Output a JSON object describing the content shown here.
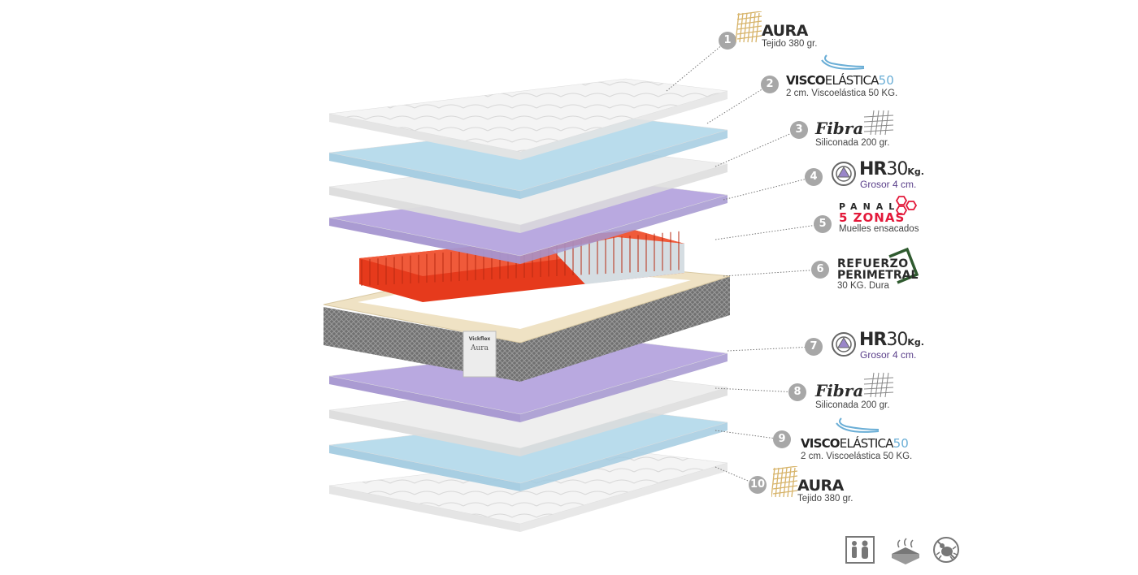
{
  "callouts": [
    {
      "number": "1",
      "type": "aura",
      "title": "AURA",
      "subtitle": "Tejido 380 gr.",
      "icon": "woven-fabric-icon"
    },
    {
      "number": "2",
      "type": "visco",
      "title_parts": [
        "VISCO",
        "ELÁSTICA",
        "50"
      ],
      "subtitle": "2 cm. Viscoelástica 50 KG.",
      "icon": "hand-pressing-foam-icon"
    },
    {
      "number": "3",
      "type": "fibra",
      "title": "Fibra",
      "subtitle": "Siliconada 200 gr.",
      "icon": "fiber-grid-icon"
    },
    {
      "number": "4",
      "type": "hr",
      "title_parts": [
        "HR",
        "30",
        "Kg."
      ],
      "subtitle": "Grosor 4 cm.",
      "icon": "hr-foam-badge-icon"
    },
    {
      "number": "5",
      "type": "panal",
      "title_parts": [
        "PANAL",
        "5 ZONAS"
      ],
      "subtitle": "Muelles ensacados",
      "icon": "honeycomb-icon"
    },
    {
      "number": "6",
      "type": "ref",
      "title_parts": [
        "REFUERZO",
        "PERIMETRAL"
      ],
      "subtitle": "30 KG. Dura",
      "icon": "perimeter-frame-icon"
    },
    {
      "number": "7",
      "type": "hr",
      "title_parts": [
        "HR",
        "30",
        "Kg."
      ],
      "subtitle": "Grosor 4 cm.",
      "icon": "hr-foam-badge-icon"
    },
    {
      "number": "8",
      "type": "fibra",
      "title": "Fibra",
      "subtitle": "Siliconada 200 gr.",
      "icon": "fiber-grid-icon"
    },
    {
      "number": "9",
      "type": "visco",
      "title_parts": [
        "VISCO",
        "ELÁSTICA",
        "50"
      ],
      "subtitle": "2 cm. Viscoelástica 50 KG.",
      "icon": "hand-pressing-foam-icon"
    },
    {
      "number": "10",
      "type": "aura",
      "title": "AURA",
      "subtitle": "Tejido 380 gr.",
      "icon": "woven-fabric-icon"
    }
  ],
  "mattress_label": {
    "brand": "Vickflex",
    "model": "Aura"
  },
  "feature_icons": [
    "two-people-icon",
    "breathable-icon",
    "anti-mite-icon"
  ],
  "colors": {
    "visco": "#b9dcec",
    "hr": "#b9a9e0",
    "fibra": "#eeeeee",
    "aura": "#f3f3f3",
    "springs": "#e63a1c",
    "springs_center": "#d5dde2",
    "frame": "#efe2c4",
    "side_fabric": "#777777",
    "refuerzo": "#2f5a2f",
    "panal": "#e3193a",
    "number_badge": "#a7a7a7"
  }
}
